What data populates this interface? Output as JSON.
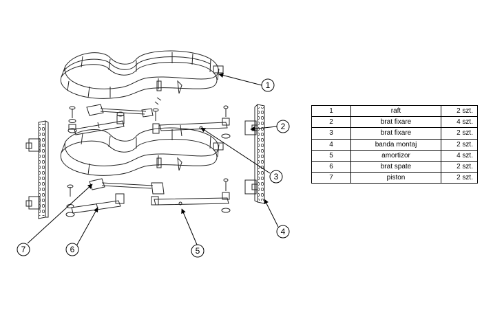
{
  "callouts": [
    {
      "id": "1"
    },
    {
      "id": "2"
    },
    {
      "id": "3"
    },
    {
      "id": "4"
    },
    {
      "id": "5"
    },
    {
      "id": "6"
    },
    {
      "id": "7"
    }
  ],
  "parts": [
    {
      "no": "1",
      "name": "raft",
      "qty": "2 szt."
    },
    {
      "no": "2",
      "name": "brat fixare",
      "qty": "4 szt."
    },
    {
      "no": "3",
      "name": "brat fixare",
      "qty": "2 szt."
    },
    {
      "no": "4",
      "name": "banda montaj",
      "qty": "2 szt."
    },
    {
      "no": "5",
      "name": "amortizor",
      "qty": "4 szt."
    },
    {
      "no": "6",
      "name": "brat spate",
      "qty": "2 szt."
    },
    {
      "no": "7",
      "name": "piston",
      "qty": "2 szt."
    }
  ]
}
